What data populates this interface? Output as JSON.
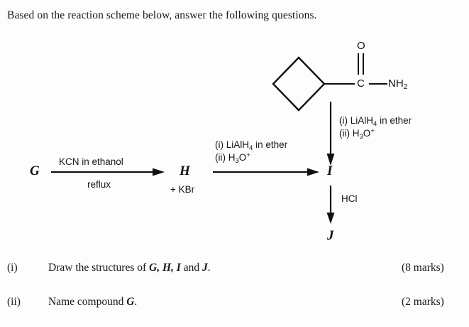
{
  "document": {
    "header": "Based on the reaction scheme below, answer the following questions."
  },
  "structure": {
    "name": "cyclobutanecarboxamide",
    "ring_label": "cyclobutane-ring",
    "atoms": {
      "oxygen": "O",
      "carbonyl_carbon": "C",
      "amine": "NH",
      "amine_sub": "2"
    }
  },
  "scheme": {
    "compounds": {
      "g": "G",
      "h": "H",
      "i": "I",
      "j": "J"
    },
    "step1": {
      "above": "KCN in ethanol",
      "below": "reflux"
    },
    "byproduct": "+ KBr",
    "step2": {
      "line1_prefix": "(i) LiAlH",
      "line1_sub": "4",
      "line1_suffix": " in ether",
      "line2_prefix": "(ii) H",
      "line2_sub": "3",
      "line2_mid": "O",
      "line2_sup": "+"
    },
    "step_amide": {
      "line1_prefix": "(i) LiAlH",
      "line1_sub": "4",
      "line1_suffix": " in ether",
      "line2_prefix": "(ii) H",
      "line2_sub": "3",
      "line2_mid": "O",
      "line2_sup": "+"
    },
    "step3": {
      "label": "HCl"
    }
  },
  "questions": [
    {
      "number": "(i)",
      "text_before": "Draw the structures of ",
      "compounds_1": "G, H, I",
      "text_middle": " and ",
      "compounds_2": "J",
      "text_after": ".",
      "marks": "(8 marks)"
    },
    {
      "number": "(ii)",
      "text_before": "Name compound ",
      "compounds_1": "G",
      "text_middle": "",
      "compounds_2": "",
      "text_after": ".",
      "marks": "(2 marks)"
    }
  ],
  "colors": {
    "ink": "#111111",
    "paper": "#fdfdfd"
  }
}
